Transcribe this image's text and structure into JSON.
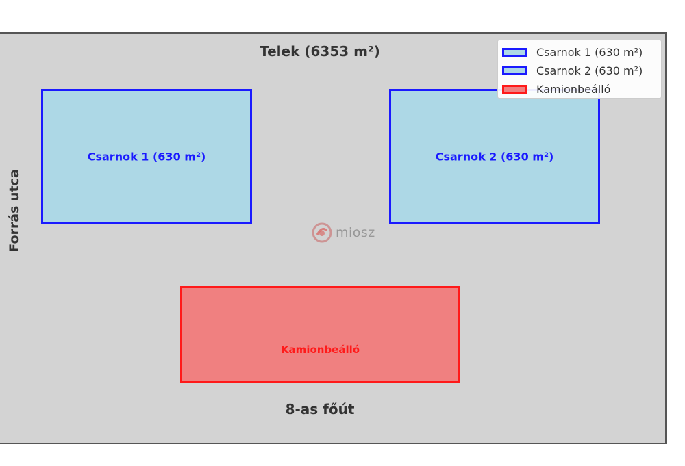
{
  "diagram": {
    "title": "Telek (6353 m²)",
    "roads": {
      "south": "8-as főút",
      "west": "Forrás utca"
    },
    "areas": [
      {
        "id": "hall-1",
        "label": "Csarnok 1 (630 m²)",
        "fill": "#add8e6",
        "stroke": "#1a1aff"
      },
      {
        "id": "hall-2",
        "label": "Csarnok 2 (630 m²)",
        "fill": "#add8e6",
        "stroke": "#1a1aff"
      },
      {
        "id": "truck-bay",
        "label": "Kamionbeálló",
        "fill": "#f08080",
        "stroke": "#ff1a1a"
      }
    ],
    "legend": {
      "items": [
        {
          "label": "Csarnok 1 (630 m²)"
        },
        {
          "label": "Csarnok 2 (630 m²)"
        },
        {
          "label": "Kamionbeálló"
        }
      ]
    },
    "plot_background": "#d3d3d3",
    "watermark": {
      "text": "miosz",
      "icon": "miosz-logo-icon"
    }
  }
}
